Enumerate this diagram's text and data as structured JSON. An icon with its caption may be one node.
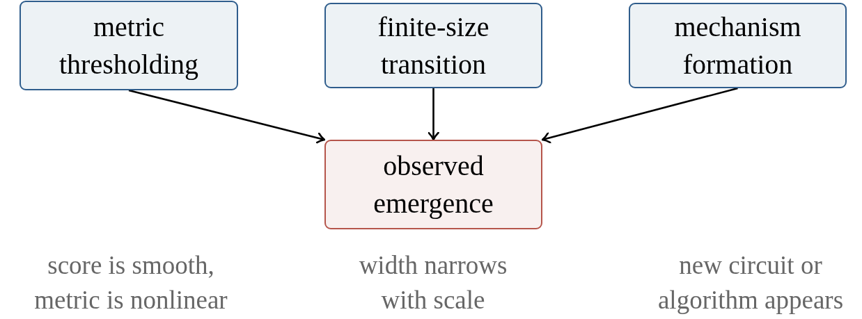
{
  "diagram": {
    "nodes": [
      {
        "text": [
          "metric thresholding"
        ]
      },
      {
        "text": [
          "finite-size transition"
        ]
      },
      {
        "text": [
          "mechanism formation"
        ]
      },
      {
        "text": [
          "observed emergence"
        ]
      }
    ],
    "edges": [
      {
        "from": 0,
        "to": 3,
        "arrow": "to"
      },
      {
        "from": 1,
        "to": 3,
        "arrow": "to"
      },
      {
        "from": 2,
        "to": 3,
        "arrow": "to"
      }
    ],
    "labels": [
      "score is smooth, metric is nonlinear",
      "width narrows with scale",
      "new circuit or algorithm appears"
    ]
  }
}
